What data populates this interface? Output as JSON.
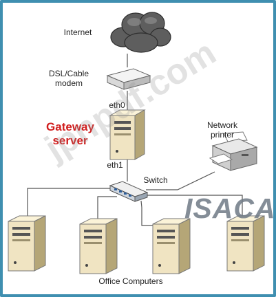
{
  "diagram": {
    "labels": {
      "internet": "Internet",
      "modem": "DSL/Cable\nmodem",
      "eth0": "eth0",
      "gateway": "Gateway\nserver",
      "eth1": "eth1",
      "switch": "Switch",
      "printer": "Network\nprinter",
      "office": "Office Computers"
    },
    "logo_text": "ISACA",
    "watermark": "jpnpdf.com"
  },
  "colors": {
    "frame": "#3f8fb0",
    "gateway_label": "#d11e1e",
    "tower_face": "#f0e4c2",
    "tower_side": "#b5a677",
    "lines": "#555555"
  },
  "icons": [
    "cloud-icon",
    "modem-icon",
    "server-icon",
    "switch-icon",
    "printer-icon",
    "computer-icon"
  ]
}
